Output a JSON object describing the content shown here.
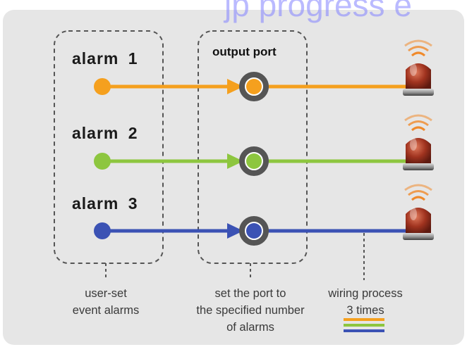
{
  "watermark": "jp progress e",
  "alarms": [
    {
      "label": "alarm  1",
      "color": "#f5a01e"
    },
    {
      "label": "alarm  2",
      "color": "#8dc63f"
    },
    {
      "label": "alarm  3",
      "color": "#3b52b4"
    }
  ],
  "output_header": "output port",
  "captions": {
    "left": [
      "user-set",
      "event alarms"
    ],
    "middle": [
      "set the port to",
      "the specified number",
      "of alarms"
    ],
    "right": [
      "wiring process",
      "3 times"
    ]
  },
  "colors": {
    "background_panel": "#e6e6e6",
    "port_ring": "#555555",
    "dashed_border": "#555555",
    "siren_body": "#8e2b1e"
  },
  "icons": [
    "siren-icon",
    "port-ring-icon",
    "arrow-head-icon"
  ]
}
